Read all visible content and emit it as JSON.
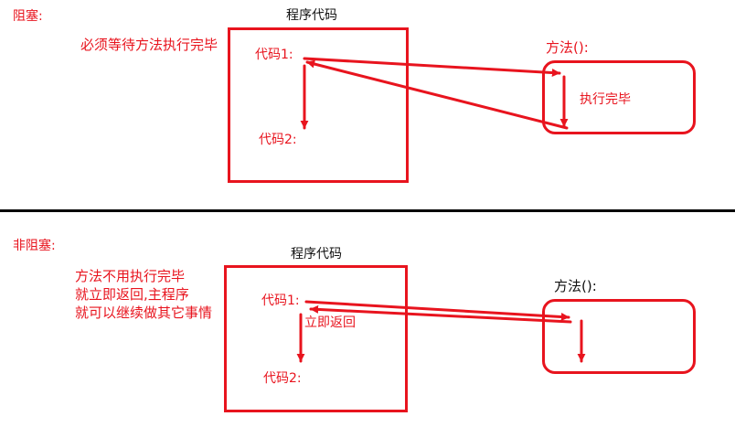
{
  "colors": {
    "accent": "#e8141e",
    "text": "#111111",
    "divider": "#000000"
  },
  "blocking": {
    "heading": "阻塞:",
    "note": "必须等待方法执行完毕",
    "program_title": "程序代码",
    "code1": "代码1:",
    "code2": "代码2:",
    "method_title": "方法():",
    "method_label": "执行完毕"
  },
  "nonblocking": {
    "heading": "非阻塞:",
    "note_lines": [
      "方法不用执行完毕",
      "就立即返回,主程序",
      "就可以继续做其它事情"
    ],
    "program_title": "程序代码",
    "code1": "代码1:",
    "return_label": "立即返回",
    "code2": "代码2:",
    "method_title": "方法():"
  }
}
